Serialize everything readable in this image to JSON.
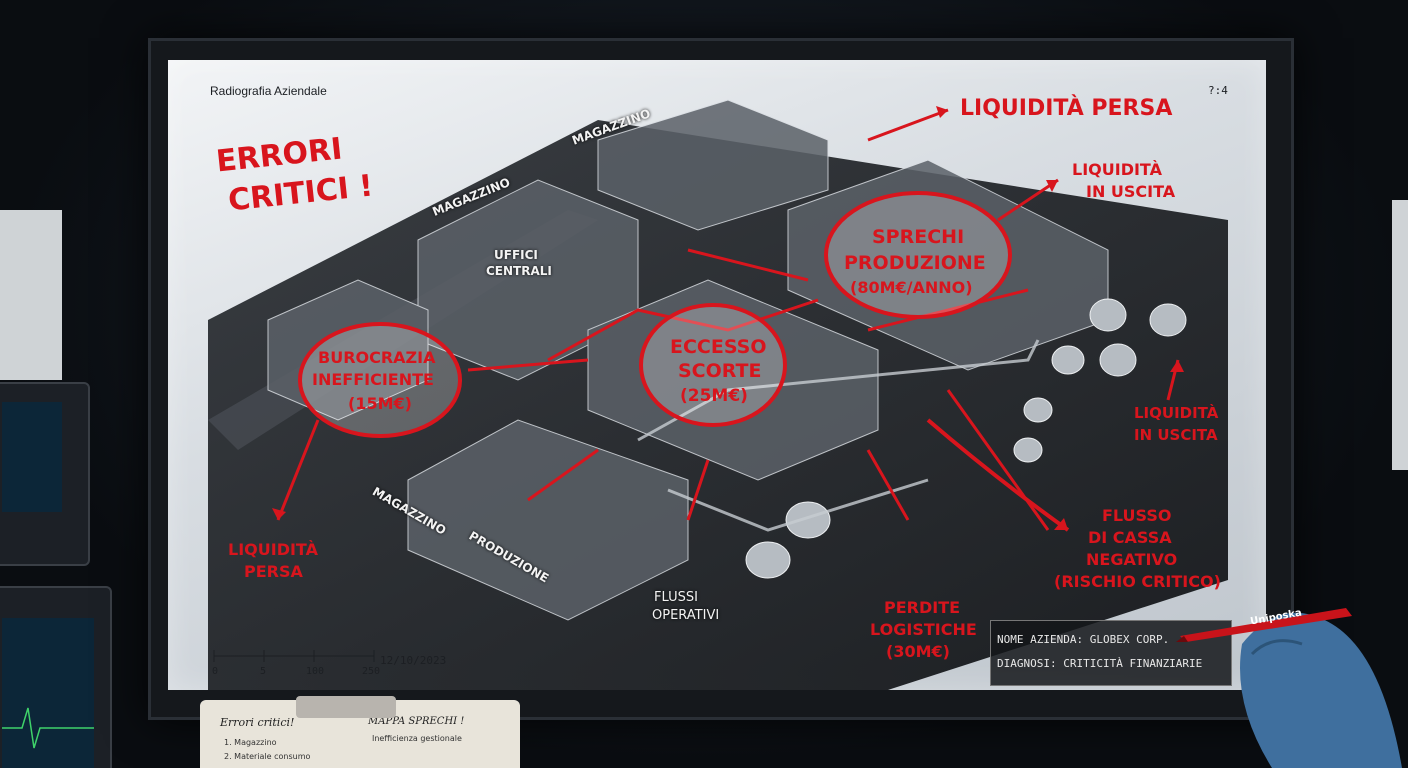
{
  "title": "Radiografia Aziendale",
  "page_code": "?:4",
  "date": "12/10/2023",
  "scale_ticks": [
    "0",
    "5",
    "100",
    "250"
  ],
  "headline_note": [
    "ERRORI",
    "CRITICI !"
  ],
  "zones": {
    "magazzino_1": "MAGAZZINO",
    "magazzino_2": "MAGAZZINO",
    "magazzino_3": "MAGAZZINO",
    "uffici_1": "UFFICI",
    "uffici_2": "CENTRALI",
    "produzione": "PRODUZIONE",
    "flussi_1": "FLUSSI",
    "flussi_2": "OPERATIVI"
  },
  "annotations": {
    "liquidita_persa_top": "LIQUIDITÀ PERSA",
    "liquidita_uscita_top_1": "LIQUIDITÀ",
    "liquidita_uscita_top_2": "IN USCITA",
    "sprechi_1": "SPRECHI",
    "sprechi_2": "PRODUZIONE",
    "sprechi_3": "(80M€/ANNO)",
    "eccesso_1": "ECCESSO",
    "eccesso_2": "SCORTE",
    "eccesso_3": "(25M€)",
    "burocrazia_1": "BUROCRAZIA",
    "burocrazia_2": "INEFFICIENTE",
    "burocrazia_3": "(15M€)",
    "liquidita_uscita_right_1": "LIQUIDITÀ",
    "liquidita_uscita_right_2": "IN USCITA",
    "liquidita_persa_left_1": "LIQUIDITÀ",
    "liquidita_persa_left_2": "PERSA",
    "flusso_1": "FLUSSO",
    "flusso_2": "DI CASSA",
    "flusso_3": "NEGATIVO",
    "flusso_4": "(RISCHIO CRITICO)",
    "perdite_1": "PERDITE",
    "perdite_2": "LOGISTICHE",
    "perdite_3": "(30M€)"
  },
  "info": {
    "company": "NOME AZIENDA: GLOBEX CORP.",
    "diagnosis": "DIAGNOSI: CRITICITÀ FINANZIARIE"
  },
  "marker_brand": "Uniposka",
  "clipboard": {
    "left_title": "Errori critici!",
    "right_title": "MAPPA SPRECHI !",
    "right_line": "Inefficienza gestionale",
    "item_1": "1. Magazzino",
    "item_2": "2. Materiale consumo"
  },
  "colors": {
    "annotation_red": "#d8151d",
    "screen_light": "#e6eaee",
    "glove_blue": "#3f6f9e"
  }
}
